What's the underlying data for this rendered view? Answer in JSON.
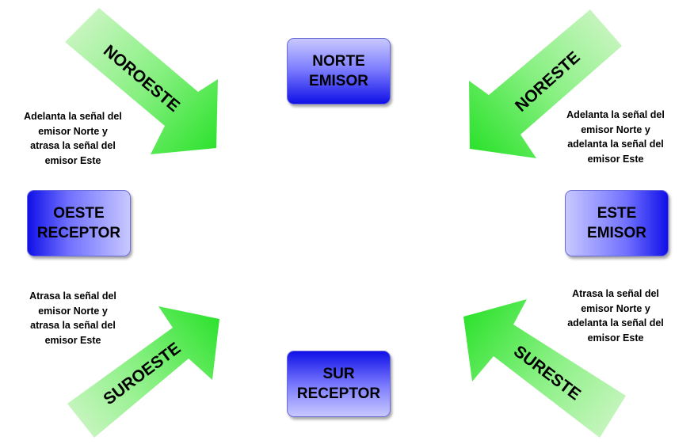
{
  "boxes": {
    "norte": {
      "line1": "NORTE",
      "line2": "EMISOR"
    },
    "oeste": {
      "line1": "OESTE",
      "line2": "RECEPTOR"
    },
    "este": {
      "line1": "ESTE",
      "line2": "EMISOR"
    },
    "sur": {
      "line1": "SUR",
      "line2": "RECEPTOR"
    }
  },
  "arrows": {
    "noroeste": "NOROESTE",
    "noreste": "NORESTE",
    "suroeste": "SUROESTE",
    "sureste": "SURESTE"
  },
  "descriptions": {
    "noroeste": [
      "Adelanta la señal del",
      "emisor Norte y",
      "atrasa la señal del",
      "emisor Este"
    ],
    "noreste": [
      "Adelanta la señal del",
      "emisor Norte y",
      "adelanta la señal del",
      "emisor Este"
    ],
    "suroeste": [
      "Atrasa la señal del",
      "emisor Norte y",
      "atrasa la señal del",
      "emisor Este"
    ],
    "sureste": [
      "Atrasa la señal del",
      "emisor Norte y",
      "adelanta la señal del",
      "emisor Este"
    ]
  },
  "colors": {
    "arrow_light": "#c8f5c0",
    "arrow_mid": "#7cf57a",
    "arrow_dark": "#30e830",
    "box_dark": "#1010e8",
    "box_light": "#c8c8ff"
  }
}
